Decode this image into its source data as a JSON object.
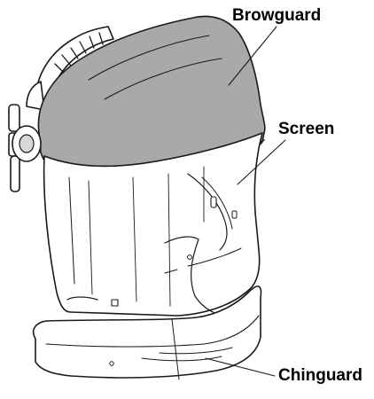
{
  "labels": {
    "browguard": "Browguard",
    "screen": "Screen",
    "chinguard": "Chinguard"
  },
  "colors": {
    "browguard_fill": "#a9a9a9",
    "line": "#1a1a1a",
    "background": "#ffffff"
  }
}
